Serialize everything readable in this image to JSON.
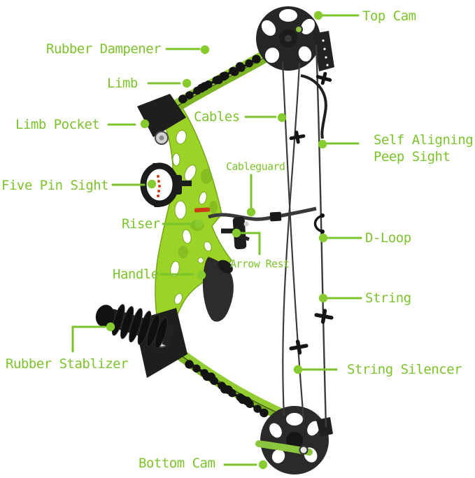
{
  "diagram": {
    "name": "compound-bow-parts-diagram",
    "colors": {
      "label_green": "#7dc32d",
      "dot_green": "#86cc2e",
      "bow_lime": "#9bd327",
      "limb_green": "#8cc63f",
      "frame_black": "#232321",
      "silver": "#d2d2d2",
      "red_accent": "#cf3a17"
    },
    "labels": [
      {
        "id": "top_cam",
        "text": "Top Cam"
      },
      {
        "id": "rubber_dampener",
        "text": "Rubber Dampener"
      },
      {
        "id": "limb",
        "text": "Limb"
      },
      {
        "id": "limb_pocket",
        "text": "Limb Pocket"
      },
      {
        "id": "cables",
        "text": "Cables"
      },
      {
        "id": "self_peep",
        "text": "Self Aligning\nPeep Sight"
      },
      {
        "id": "cableguard",
        "text": "Cableguard"
      },
      {
        "id": "five_pin_sight",
        "text": "Five Pin Sight"
      },
      {
        "id": "riser",
        "text": "Riser"
      },
      {
        "id": "d_loop",
        "text": "D-Loop"
      },
      {
        "id": "handle",
        "text": "Handle"
      },
      {
        "id": "arrow_rest",
        "text": "Arrow Rest"
      },
      {
        "id": "string",
        "text": "String"
      },
      {
        "id": "rubber_stablizer",
        "text": "Rubber Stablizer"
      },
      {
        "id": "string_silencer",
        "text": "String Silencer"
      },
      {
        "id": "bottom_cam",
        "text": "Bottom Cam"
      }
    ]
  }
}
